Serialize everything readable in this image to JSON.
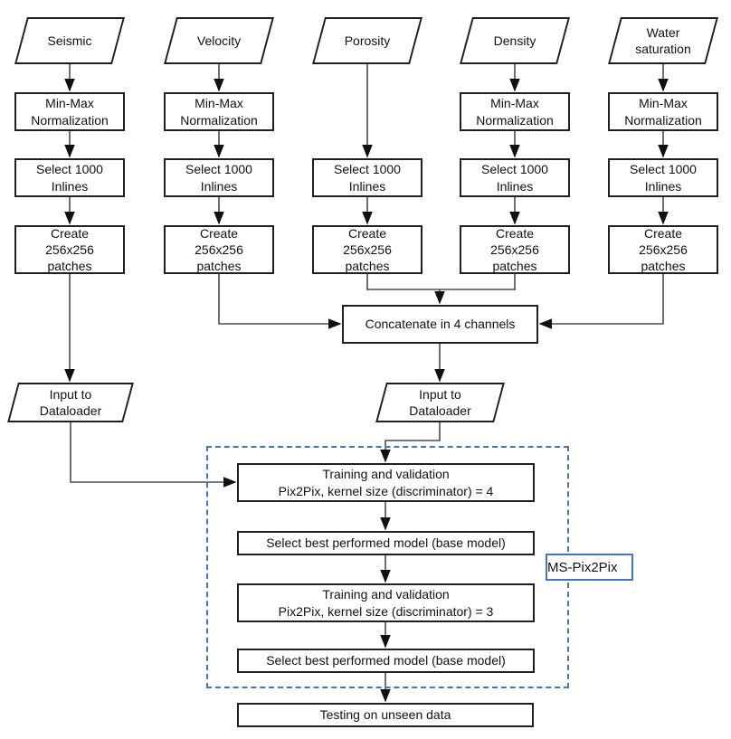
{
  "colors": {
    "box_border": "#1f1f1f",
    "connector": "#4d4d4d",
    "arrowhead": "#111111",
    "group_border_blue": "#4472c4",
    "background": "#ffffff"
  },
  "inputs": {
    "seismic": "Seismic",
    "velocity": "Velocity",
    "porosity": "Porosity",
    "density": "Density",
    "water_saturation": "Water\nsaturation"
  },
  "steps": {
    "minmax": "Min-Max\nNormalization",
    "select_inlines": "Select 1000\nInlines",
    "create_patches": "Create\n256x256\npatches",
    "concatenate": "Concatenate in 4 channels",
    "dataloader": "Input to\nDataloader",
    "training_k4": "Training and validation\nPix2Pix, kernel size (discriminator) = 4",
    "select_best": "Select best performed model (base model)",
    "training_k3": "Training and validation\nPix2Pix, kernel size (discriminator) = 3",
    "testing": "Testing on unseen data"
  },
  "group": {
    "label": "MS-Pix2Pix"
  }
}
